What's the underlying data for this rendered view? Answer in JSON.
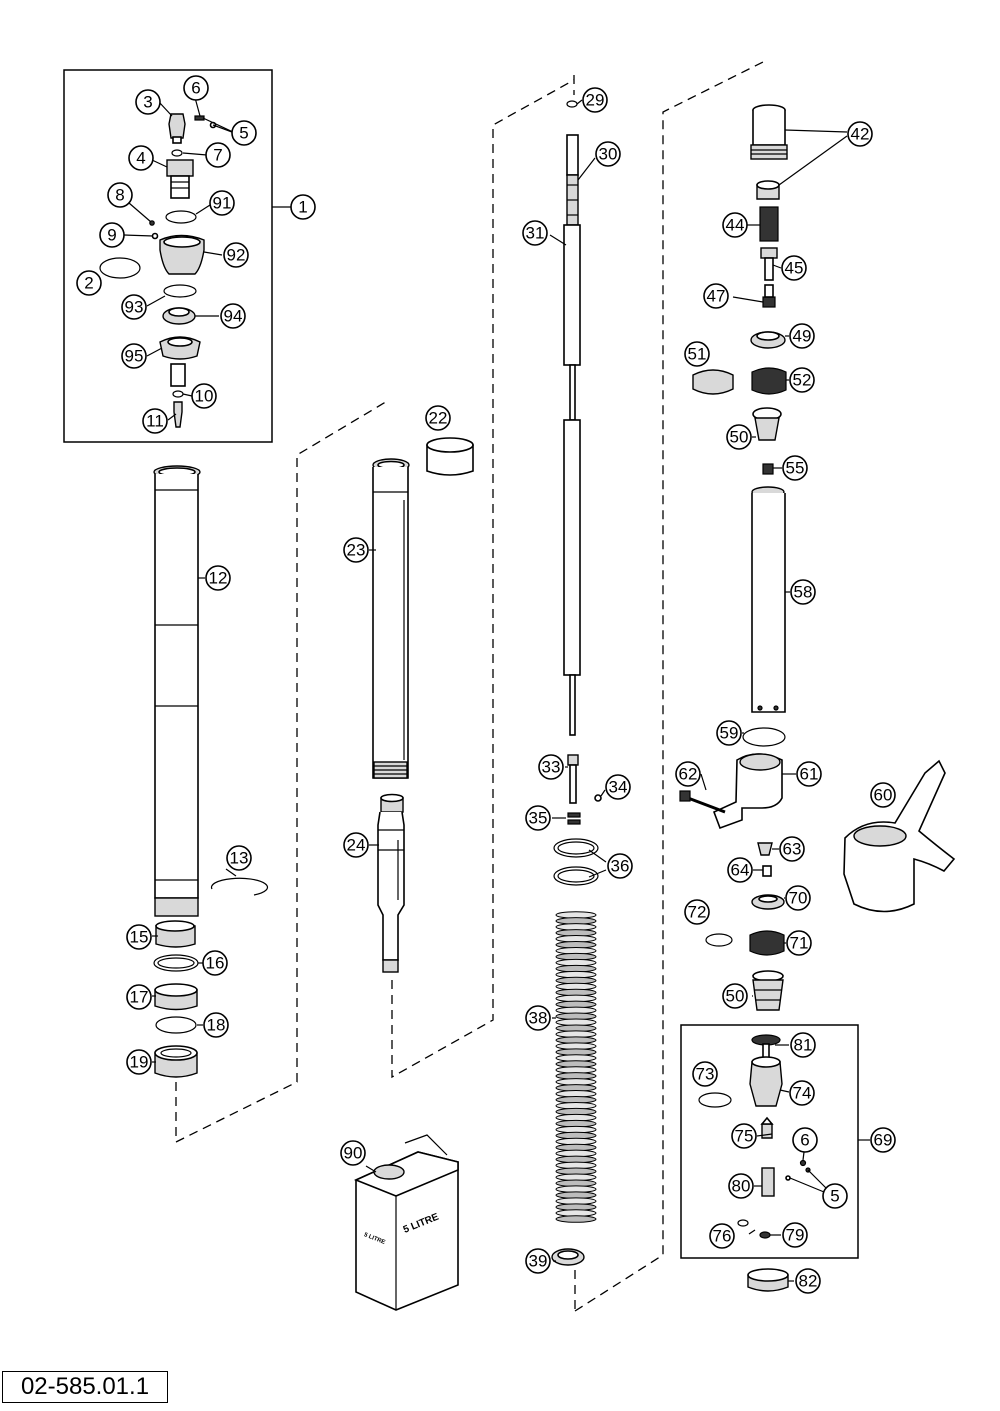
{
  "document_number": "02-585.01.1",
  "callout_labels": {
    "c1": "1",
    "c2": "2",
    "c3": "3",
    "c4": "4",
    "c5": "5",
    "c6": "6",
    "c7": "7",
    "c8": "8",
    "c9": "9",
    "c10": "10",
    "c11": "11",
    "c12": "12",
    "c13": "13",
    "c15": "15",
    "c16": "16",
    "c17": "17",
    "c18": "18",
    "c19": "19",
    "c22": "22",
    "c23": "23",
    "c24": "24",
    "c29": "29",
    "c30": "30",
    "c31": "31",
    "c33": "33",
    "c34": "34",
    "c35": "35",
    "c36": "36",
    "c38": "38",
    "c39": "39",
    "c42": "42",
    "c44": "44",
    "c45": "45",
    "c47": "47",
    "c49": "49",
    "c50a": "50",
    "c50b": "50",
    "c51": "51",
    "c52": "52",
    "c55": "55",
    "c58": "58",
    "c59": "59",
    "c60": "60",
    "c61": "61",
    "c62": "62",
    "c63": "63",
    "c64": "64",
    "c69": "69",
    "c70": "70",
    "c71": "71",
    "c72": "72",
    "c73": "73",
    "c74": "74",
    "c75": "75",
    "c76": "76",
    "c79": "79",
    "c80": "80",
    "c81": "81",
    "c82": "82",
    "c90": "90",
    "c91": "91",
    "c92": "92",
    "c93": "93",
    "c94": "94",
    "c95": "95",
    "c6b": "6",
    "c5b": "5"
  },
  "can_label": "5 LITRE"
}
